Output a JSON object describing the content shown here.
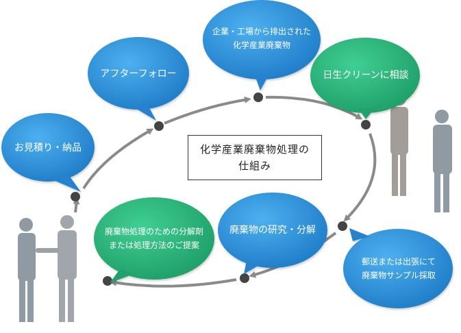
{
  "title": {
    "line1": "化学産業廃棄物処理の",
    "line2": "仕組み"
  },
  "steps": [
    {
      "label": "お見積り・納品",
      "color": "#2e8fd8"
    },
    {
      "label": "アフターフォロー",
      "color": "#2e8fd8"
    },
    {
      "label_line1": "企業・工場から排出された",
      "label_line2": "化学産業廃棄物",
      "color": "#2e8fd8"
    },
    {
      "label": "日生クリーンに相談",
      "color": "#2bb07a"
    },
    {
      "label_line1": "郵送または出張にて",
      "label_line2": "廃棄物サンプル採取",
      "color": "#2e8fd8"
    },
    {
      "label": "廃棄物の研究・分解",
      "color": "#2e8fd8"
    },
    {
      "label_line1": "廃棄物処理のための分解剤",
      "label_line2": "または処理方法のご提案",
      "color": "#2bb07a"
    }
  ],
  "colors": {
    "blue_bubble": "#2e8fd8",
    "green_bubble": "#2bb07a",
    "arrow": "#8a8a8a",
    "node": "#444444",
    "people": "#8f9aa3"
  }
}
